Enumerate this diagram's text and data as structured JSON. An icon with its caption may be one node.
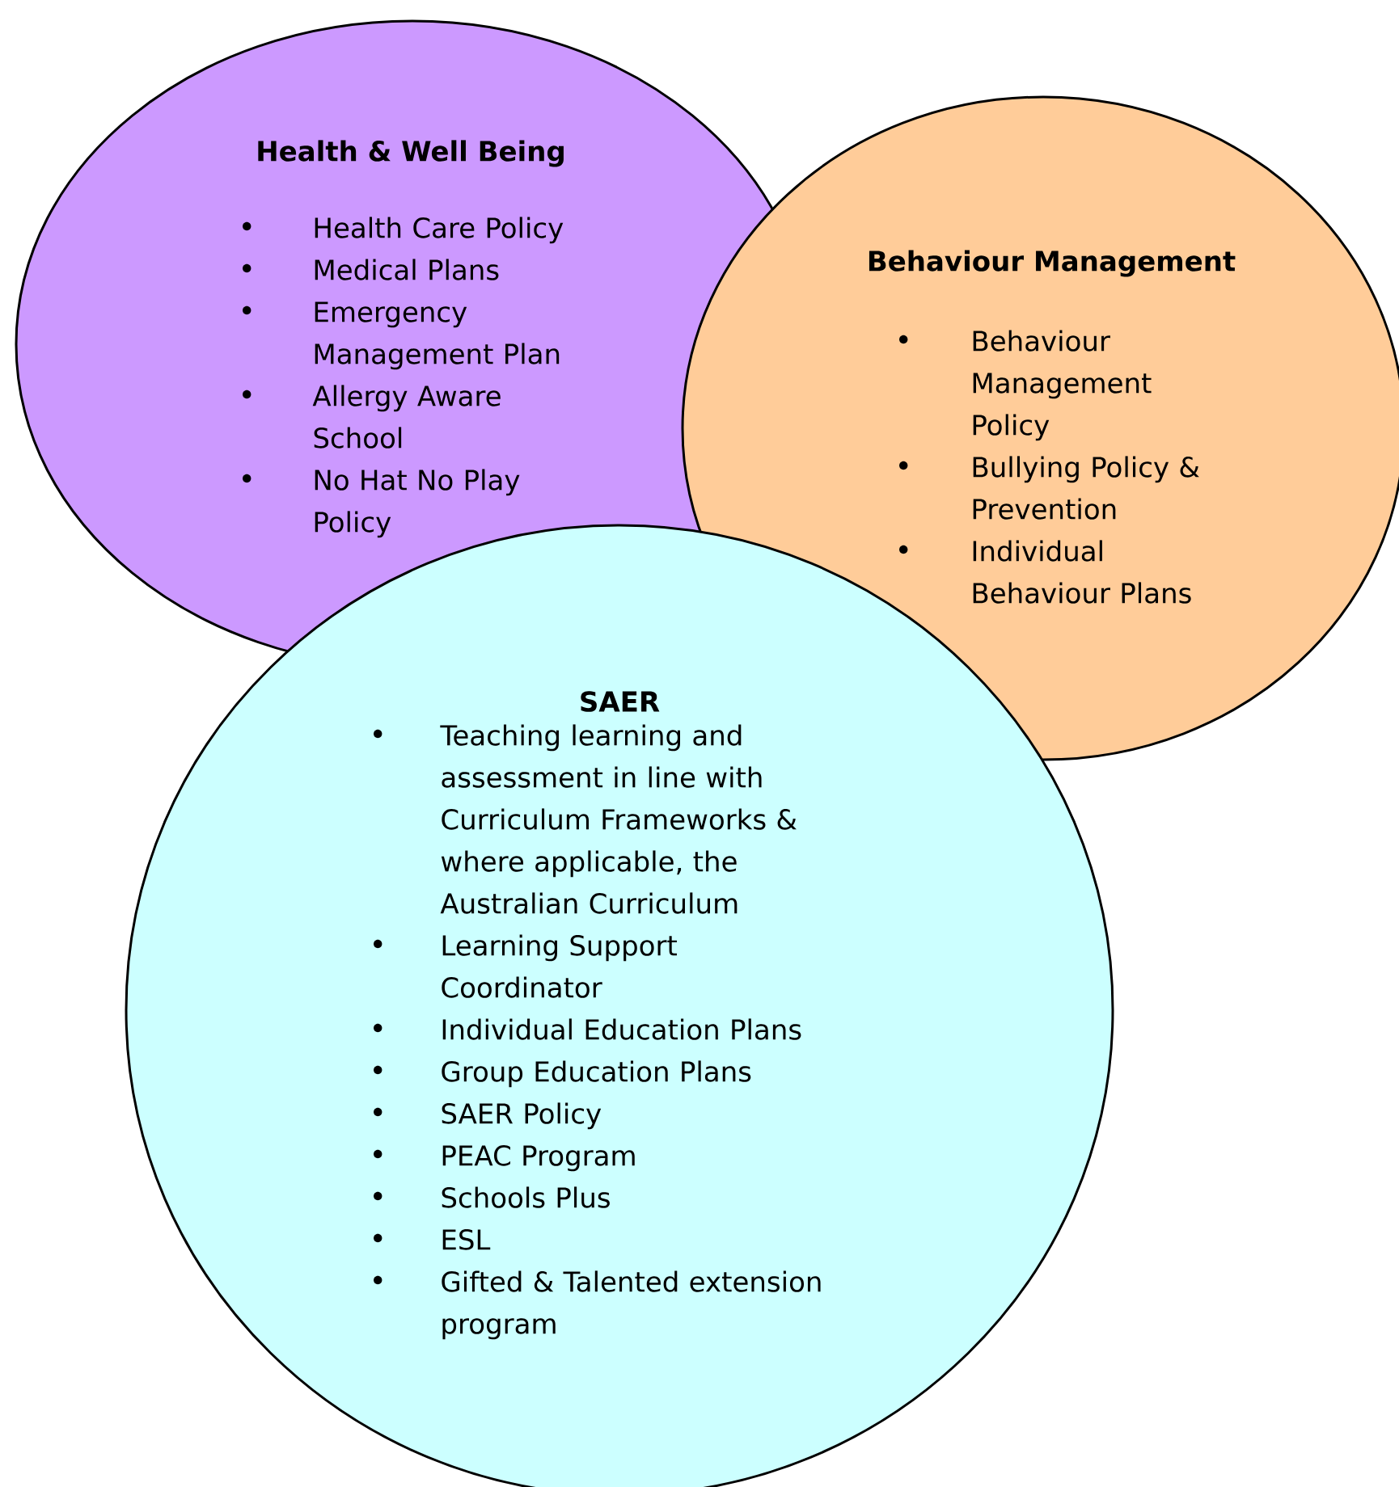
{
  "diagram": {
    "nodes": [
      {
        "text": [
          "Health & Well Being",
          "Health Care Policy",
          "Medical Plans",
          "Emergency Management Plan",
          "Allergy Aware School",
          "No Hat No Play Policy"
        ]
      },
      {
        "text": [
          "Behaviour Management",
          "Behaviour Management Policy",
          "Bullying Policy & Prevention",
          "Individual Behaviour Plans"
        ]
      },
      {
        "text": [
          "SAER",
          "Teaching learning and assessment in line with Curriculum Frameworks & where applicable, the Australian Curriculum",
          "Learning Support Coordinator",
          "Individual Education Plans",
          "Group Education Plans",
          "SAER Policy",
          "PEAC Program",
          "Schools Plus",
          "ESL",
          "Gifted & Talented extension program"
        ]
      }
    ]
  }
}
